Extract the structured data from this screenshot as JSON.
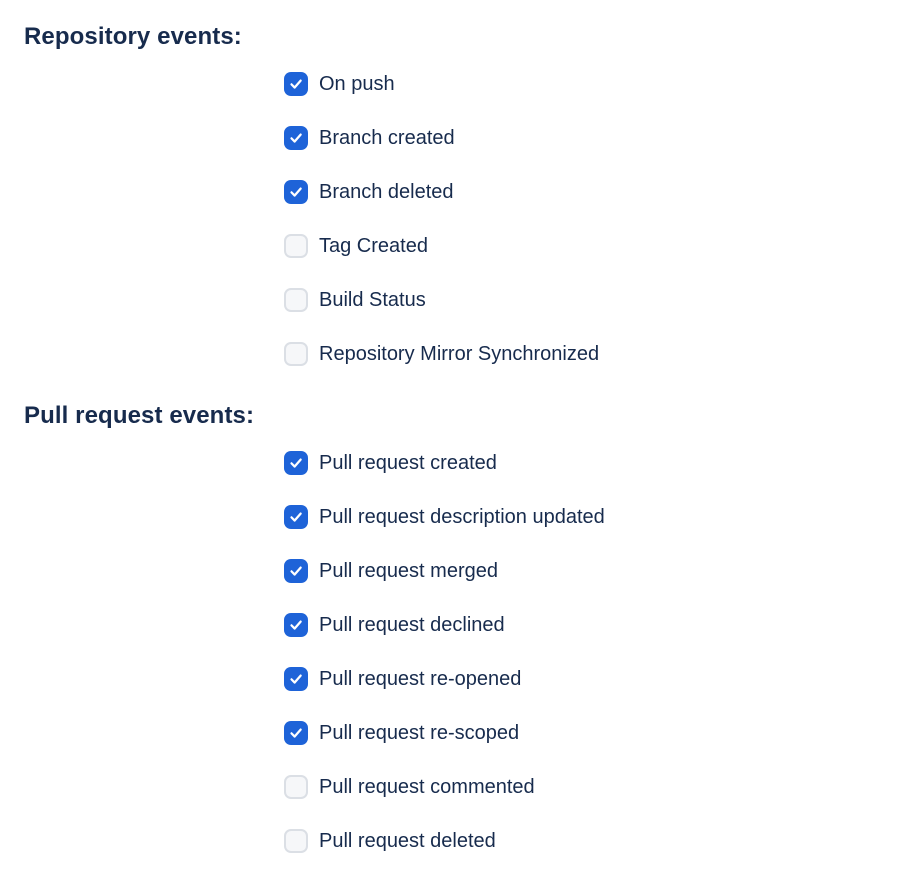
{
  "page": {
    "background": "#ffffff"
  },
  "colors": {
    "text": "#172B4D",
    "checkbox_checked_fill": "#1E63D8",
    "checkbox_unchecked_fill": "#F6F7F9",
    "checkbox_unchecked_border": "#DBDFE5",
    "checkmark": "#FFFFFF"
  },
  "sections": [
    {
      "title": "Repository events:",
      "items": [
        {
          "label": "On push",
          "checked": true
        },
        {
          "label": "Branch created",
          "checked": true
        },
        {
          "label": "Branch deleted",
          "checked": true
        },
        {
          "label": "Tag Created",
          "checked": false
        },
        {
          "label": "Build Status",
          "checked": false
        },
        {
          "label": "Repository Mirror Synchronized",
          "checked": false
        }
      ]
    },
    {
      "title": "Pull request events:",
      "items": [
        {
          "label": "Pull request created",
          "checked": true
        },
        {
          "label": "Pull request description updated",
          "checked": true
        },
        {
          "label": "Pull request merged",
          "checked": true
        },
        {
          "label": "Pull request declined",
          "checked": true
        },
        {
          "label": "Pull request re-opened",
          "checked": true
        },
        {
          "label": "Pull request re-scoped",
          "checked": true
        },
        {
          "label": "Pull request commented",
          "checked": false
        },
        {
          "label": "Pull request deleted",
          "checked": false
        }
      ]
    }
  ]
}
